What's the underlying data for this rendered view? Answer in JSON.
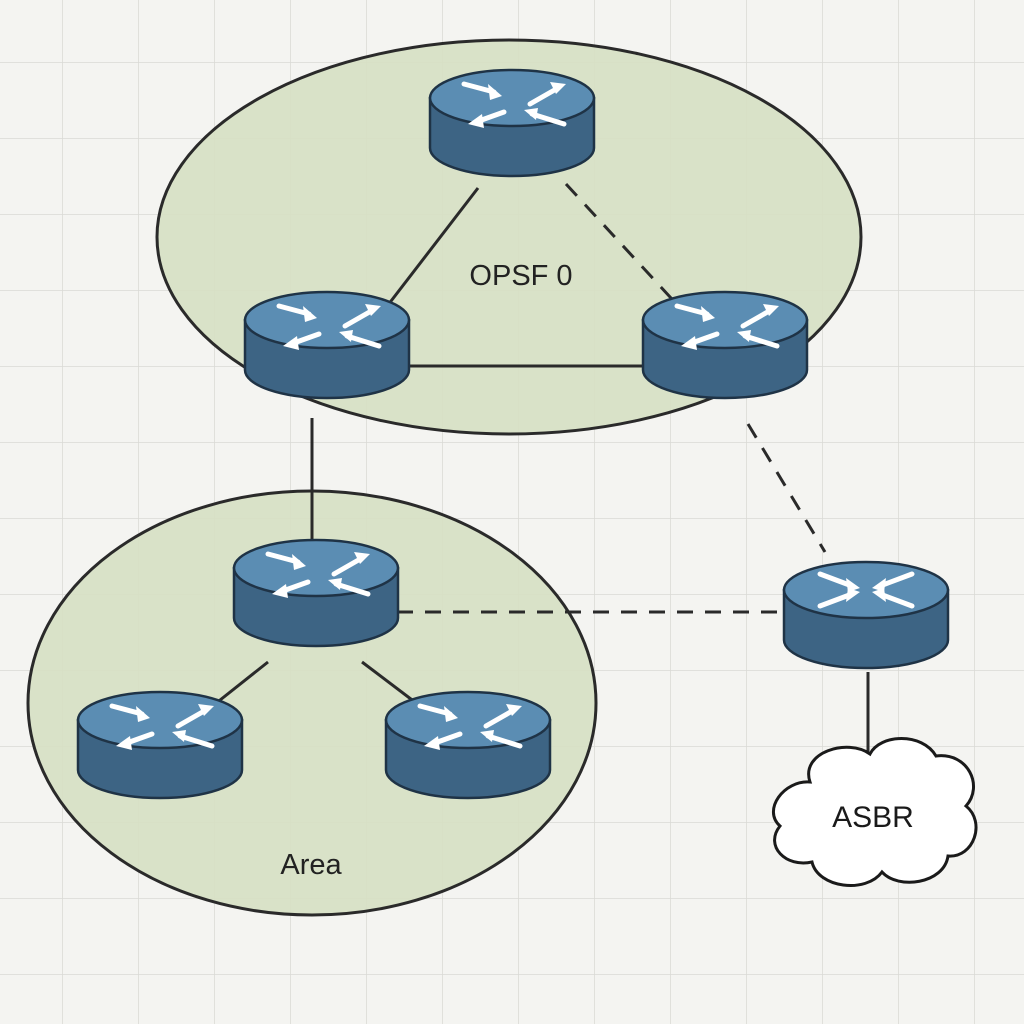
{
  "areas": {
    "backbone": {
      "label": "OPSF 0"
    },
    "area": {
      "label": "Area"
    }
  },
  "external": {
    "label": "ASBR"
  },
  "colors": {
    "area_fill": "#d6e0c3",
    "router_top": "#5b8db3",
    "router_body": "#3d6484",
    "router_outline": "#1f3346",
    "link": "#2a2a2a",
    "grid": "#dadad6"
  },
  "icons": {
    "router": "router-icon",
    "asbr_router": "router-icon",
    "cloud": "cloud-icon"
  }
}
